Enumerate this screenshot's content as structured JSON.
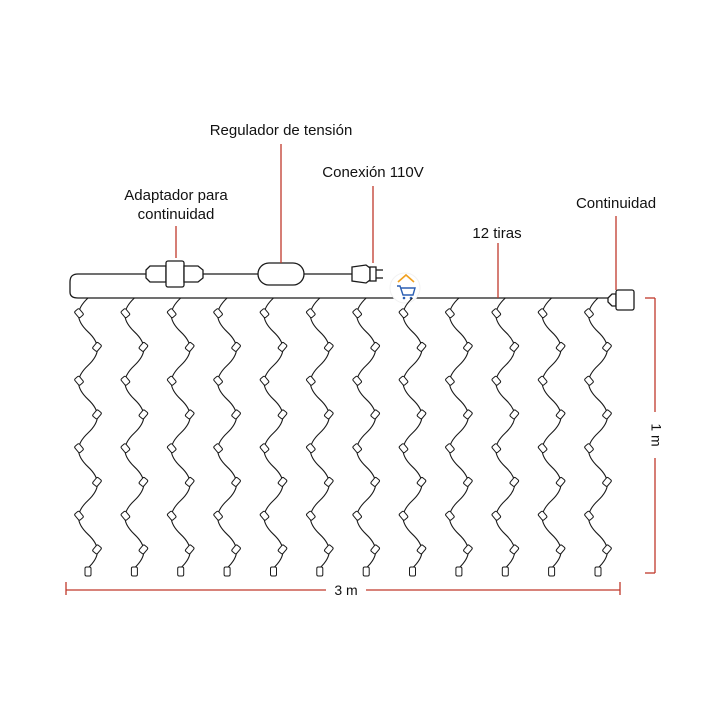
{
  "labels": {
    "regulador": "Regulador de tensión",
    "conexion": "Conexión 110V",
    "adaptador_line1": "Adaptador para",
    "adaptador_line2": "continuidad",
    "tiras": "12 tiras",
    "continuidad": "Continuidad"
  },
  "dimensions": {
    "width": "3 m",
    "height": "1 m"
  },
  "strand_count": 12,
  "colors": {
    "line": "#1a1a1a",
    "accent": "#c0392b",
    "text": "#111111",
    "watermark": "#f0a020"
  },
  "icons": {
    "watermark": "cart-house-icon"
  }
}
